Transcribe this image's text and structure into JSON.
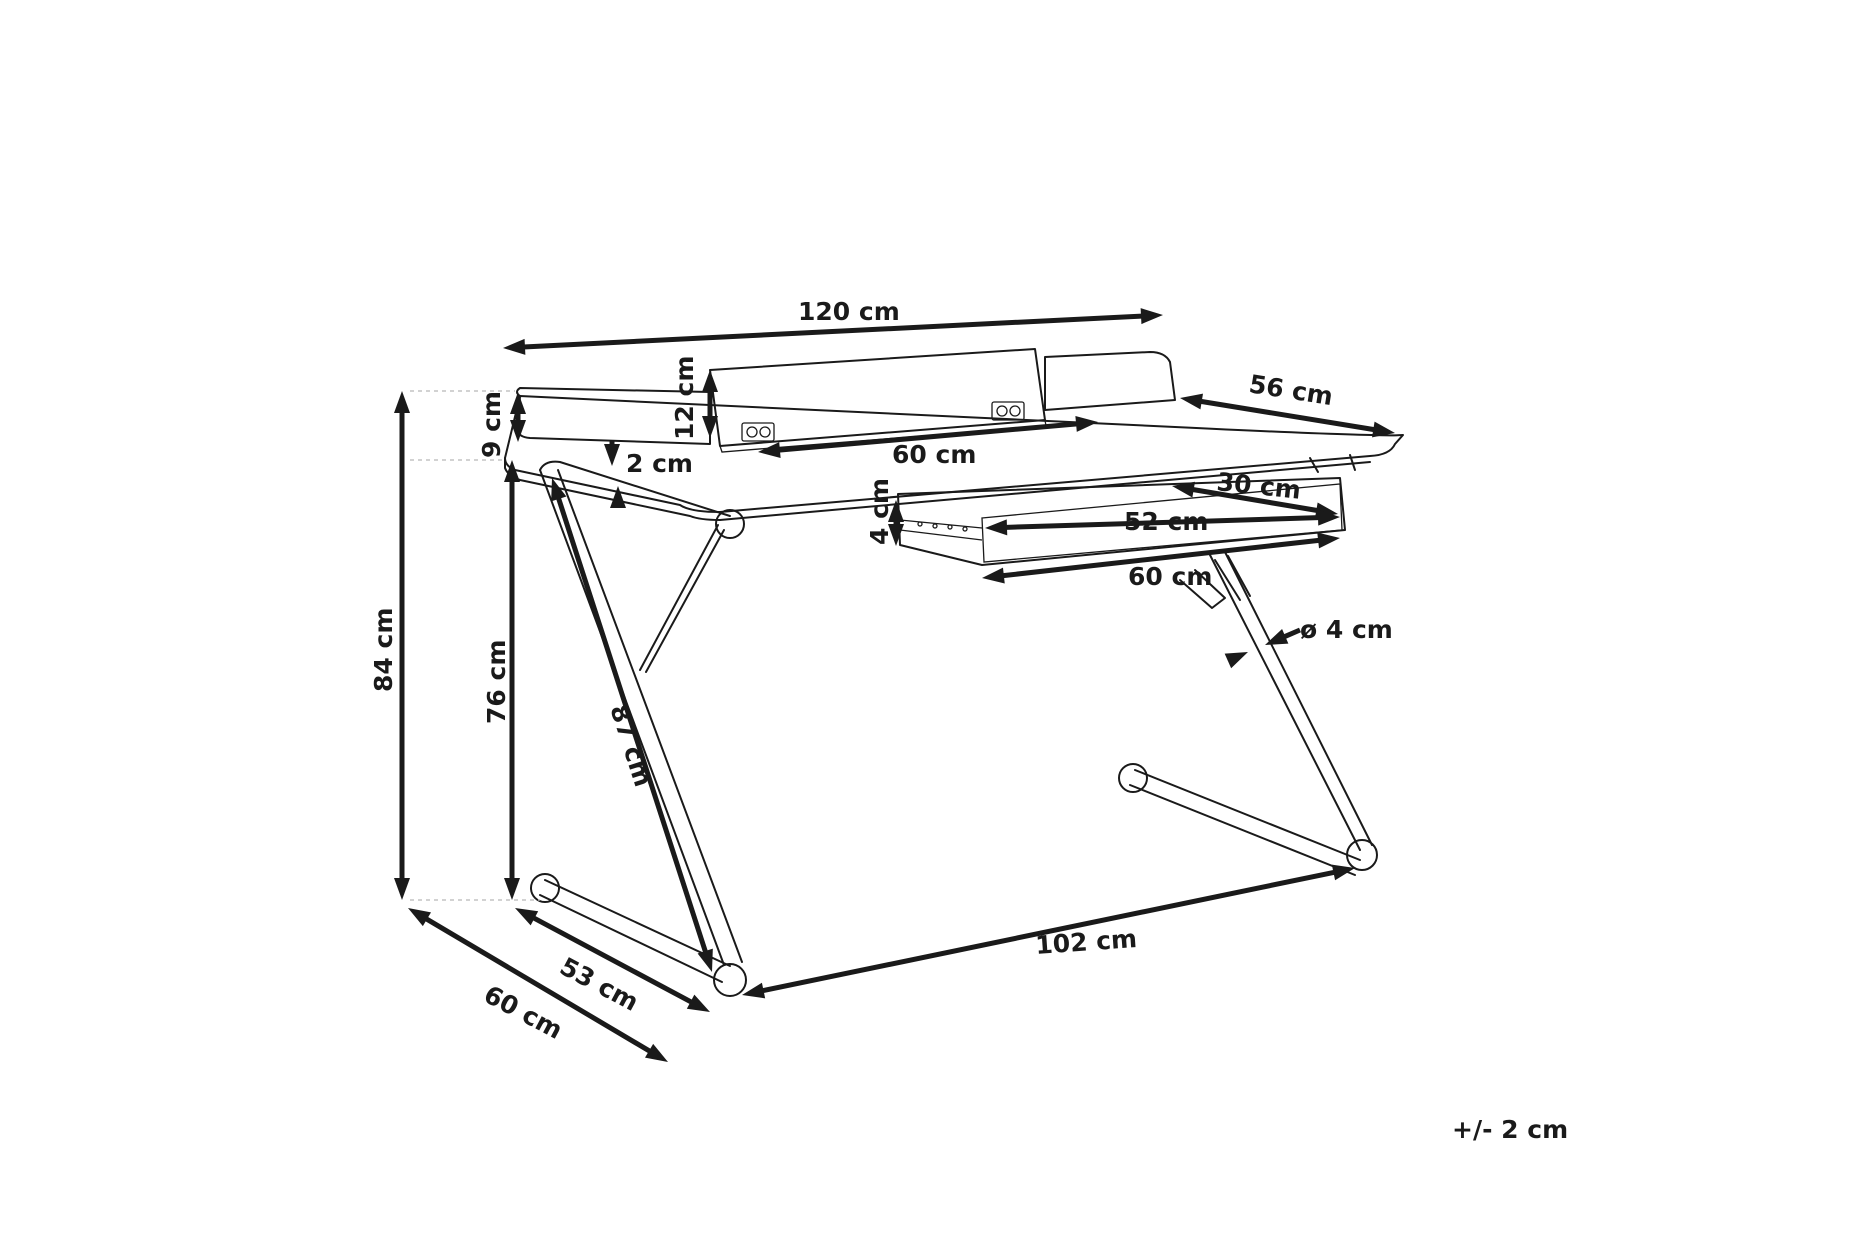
{
  "labels": {
    "top_width": "120 cm",
    "top_depth": "56 cm",
    "shelf_height": "12 cm",
    "shelf_width": "60 cm",
    "back_rail": "9 cm",
    "top_thickness": "2 cm",
    "total_height": "84 cm",
    "top_height": "76 cm",
    "leg_diagonal": "87 cm",
    "drawer_depth": "30 cm",
    "drawer_inner": "52 cm",
    "drawer_height": "4 cm",
    "drawer_width": "60 cm",
    "tube_diameter": "ø 4 cm",
    "base_length": "102 cm",
    "base_depth": "53 cm",
    "overall_depth": "60 cm"
  },
  "tolerance": "+/- 2 cm",
  "colors": {
    "ink": "#1a1a1a",
    "guide": "#b8b8b8",
    "background": "#ffffff"
  }
}
